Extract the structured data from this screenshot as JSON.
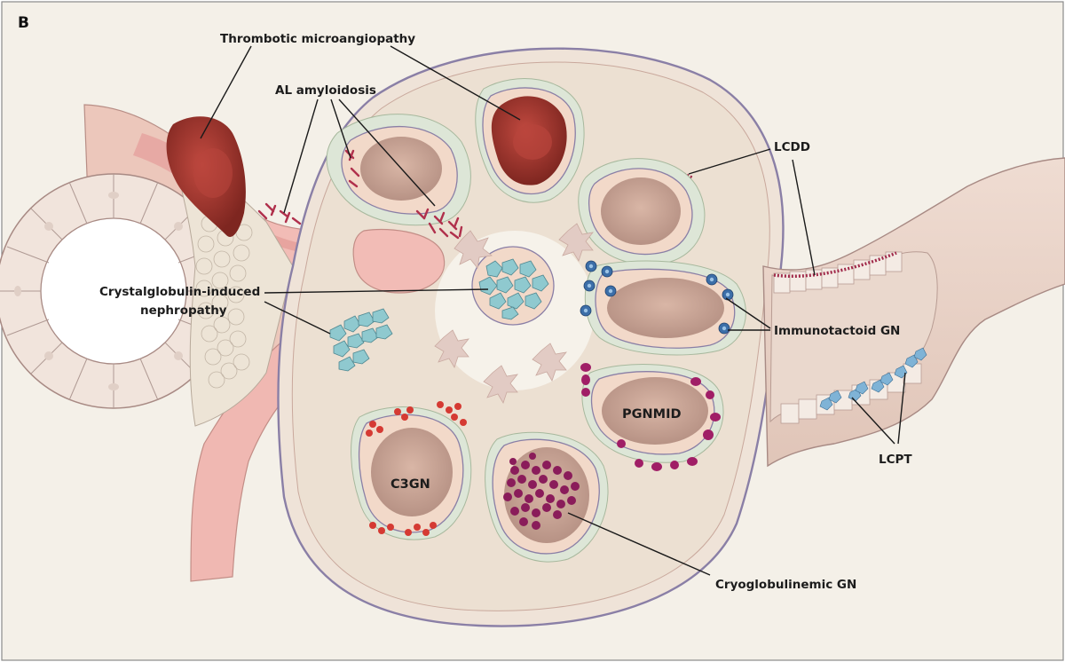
{
  "panel": {
    "letter": "B"
  },
  "labels": {
    "thrombotic": "Thrombotic microangiopathy",
    "al_amyloidosis": "AL amyloidosis",
    "lcdd": "LCDD",
    "crystalglobulin_line1": "Crystalglobulin-induced",
    "crystalglobulin_line2": "nephropathy",
    "immunotactoid": "Immunotactoid GN",
    "pgnmid": "PGNMID",
    "c3gn": "C3GN",
    "lcpt": "LCPT",
    "cryoglobulinemic": "Cryoglobulinemic GN"
  },
  "colors": {
    "background": "#f4f0e8",
    "frame": "#8a8a8a",
    "capsule": "#efe3d8",
    "capsule_outline": "#8a7fa6",
    "mesangium": "#f6f2ea",
    "podocyte_layer": "#dde6d7",
    "capillary_wall": "#f2d9c9",
    "capillary_lumen": "#c9a698",
    "tubule": "#e9d3c8",
    "tubule_outline": "#a88a84",
    "arteriole": "#e8a5a3",
    "thrombus": "#a33a33",
    "amyloid": "#b0304c",
    "lcdd_deposit": "#a02a4a",
    "crystal": "#8fc9cf",
    "immunotactoid": "#3c6ea8",
    "pgnmid_deposit": "#a01e66",
    "c3_deposit": "#d53a33",
    "cryo_deposit": "#8a1c5a",
    "lcpt_crystal": "#7fb3d6"
  },
  "icons": {
    "glomerulus": "glomerulus-illustration",
    "tubule": "tubule-illustration",
    "arteriole": "arteriole-illustration"
  }
}
